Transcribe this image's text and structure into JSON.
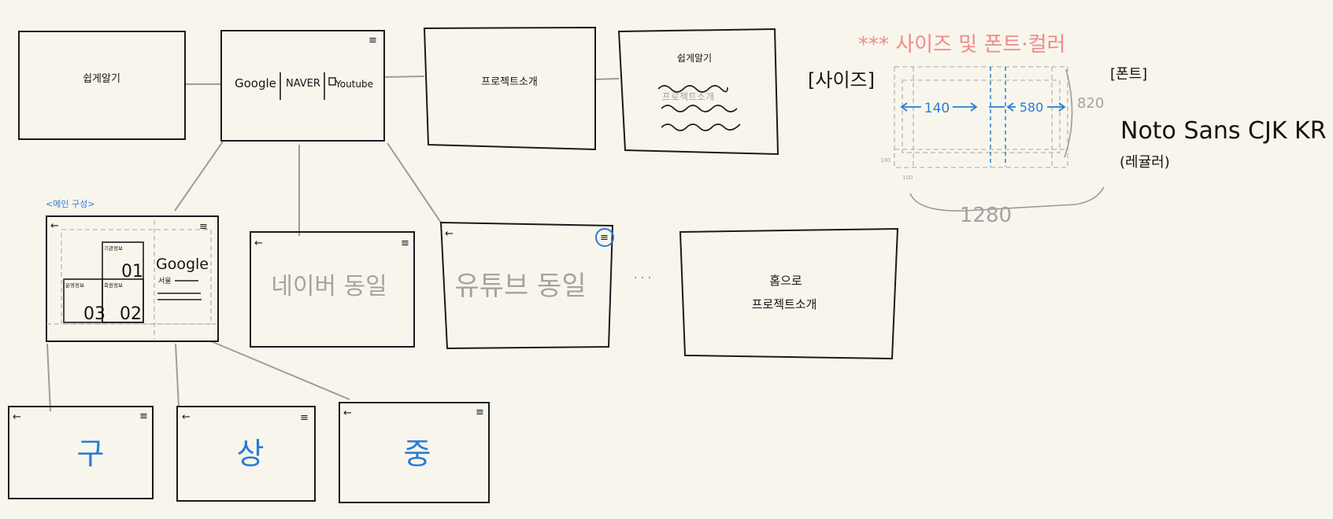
{
  "colors": {
    "background": "#f8f6ec",
    "ink": "#1a1a1a",
    "blue": "#2a7bd6",
    "pink": "#ef8a8a",
    "gray": "#a3a3a3"
  },
  "icons": {
    "back": "←",
    "menu": "≡"
  },
  "frames": {
    "intro": {
      "label": "쉽게알기"
    },
    "portal": {
      "google": "Google",
      "naver": "NAVER",
      "youtube": "Youtube"
    },
    "project": {
      "label": "프로젝트소개"
    },
    "detail": {
      "title": "쉽게알기",
      "sub": "프로젝트소개"
    },
    "google_screen": {
      "annotation": "<메인 구성>",
      "logo": "Google",
      "sub": "서울",
      "grid": [
        {
          "label": "기관정보",
          "num": "01"
        },
        {
          "label": "운영정보",
          "num": "03"
        },
        {
          "label": "회원정보",
          "num": "02"
        }
      ]
    },
    "naver_screen": {
      "label": "네이버 동일"
    },
    "youtube_screen": {
      "label": "유튜브 동일"
    },
    "ellipsis": "· · ·",
    "home_screen": {
      "line1": "홈으로",
      "line2": "프로젝트소개"
    },
    "sub1": {
      "label": "구"
    },
    "sub2": {
      "label": "상"
    },
    "sub3": {
      "label": "중"
    }
  },
  "spec": {
    "heading": "*** 사이즈 및 폰트·컬러",
    "size_label": "[사이즈]",
    "font_label": "[폰트]",
    "width_left": "140",
    "width_right": "580",
    "height": "820",
    "total_width": "1280",
    "margin_small": "100",
    "margin_bottom": "100",
    "font_name": "Noto Sans CJK KR",
    "font_weight": "(레귤러)"
  }
}
